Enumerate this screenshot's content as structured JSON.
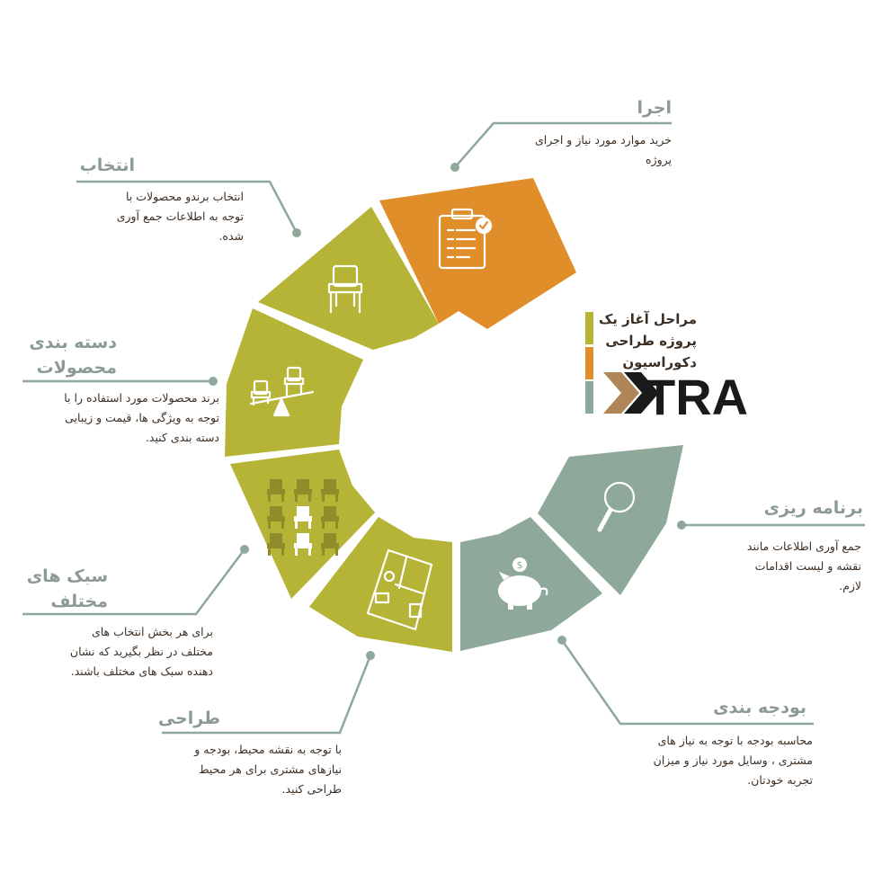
{
  "intro": {
    "line1": "مراحل آغاز یک",
    "line2": "پروژه طراحی دکوراسیون"
  },
  "logo": {
    "text": "XTRA"
  },
  "colors": {
    "olive": "#b6b436",
    "orange": "#e08e2a",
    "sage": "#8ea99a",
    "connector": "#8ea99a",
    "title": "#8c9a95",
    "text": "#3d2f24"
  },
  "steps": [
    {
      "title": "اجرا",
      "desc": [
        "خرید موارد مورد نیاز و اجرای",
        "پروژه"
      ],
      "color": "orange",
      "icon": "clipboard-checklist-icon"
    },
    {
      "title": "انتخاب",
      "desc": [
        "انتخاب برندو محصولات با",
        "توجه به اطلاعات جمع آوری",
        "شده."
      ],
      "color": "olive",
      "icon": "chair-icon"
    },
    {
      "title": "دسته بندی محصولات",
      "title_lines": [
        "دسته بندی",
        "محصولات"
      ],
      "desc": [
        "برند محصولات مورد استفاده را با",
        "توجه به ویژگی ها، قیمت و زیبایی",
        "دسته بندی کنید."
      ],
      "color": "olive",
      "icon": "chairs-on-scale-icon"
    },
    {
      "title": "سبک های مختلف",
      "title_lines": [
        "سبک های",
        "مختلف"
      ],
      "desc": [
        "برای هر بخش انتخاب های",
        "مختلف در نظر بگیرید که نشان",
        "دهنده سبک های مختلف باشند."
      ],
      "color": "olive",
      "icon": "chair-grid-icon"
    },
    {
      "title": "طراحی",
      "desc": [
        "با توجه به نقشه محیط، بودجه و",
        "نیازهای مشتری برای هر محیط",
        "طراحی کنید."
      ],
      "color": "olive",
      "icon": "floor-plan-icon"
    },
    {
      "title": "بودجه بندی",
      "desc": [
        "محاسبه بودجه با توجه به نیاز های",
        "مشتری ، وسایل مورد نیاز و میزان",
        "تجربه خودتان."
      ],
      "color": "sage",
      "icon": "piggy-bank-icon"
    },
    {
      "title": "برنامه ریزی",
      "desc": [
        "جمع آوری اطلاعات مانند",
        "نقشه و لیست اقدامات",
        "لازم."
      ],
      "color": "sage",
      "icon": "magnifier-icon"
    }
  ]
}
